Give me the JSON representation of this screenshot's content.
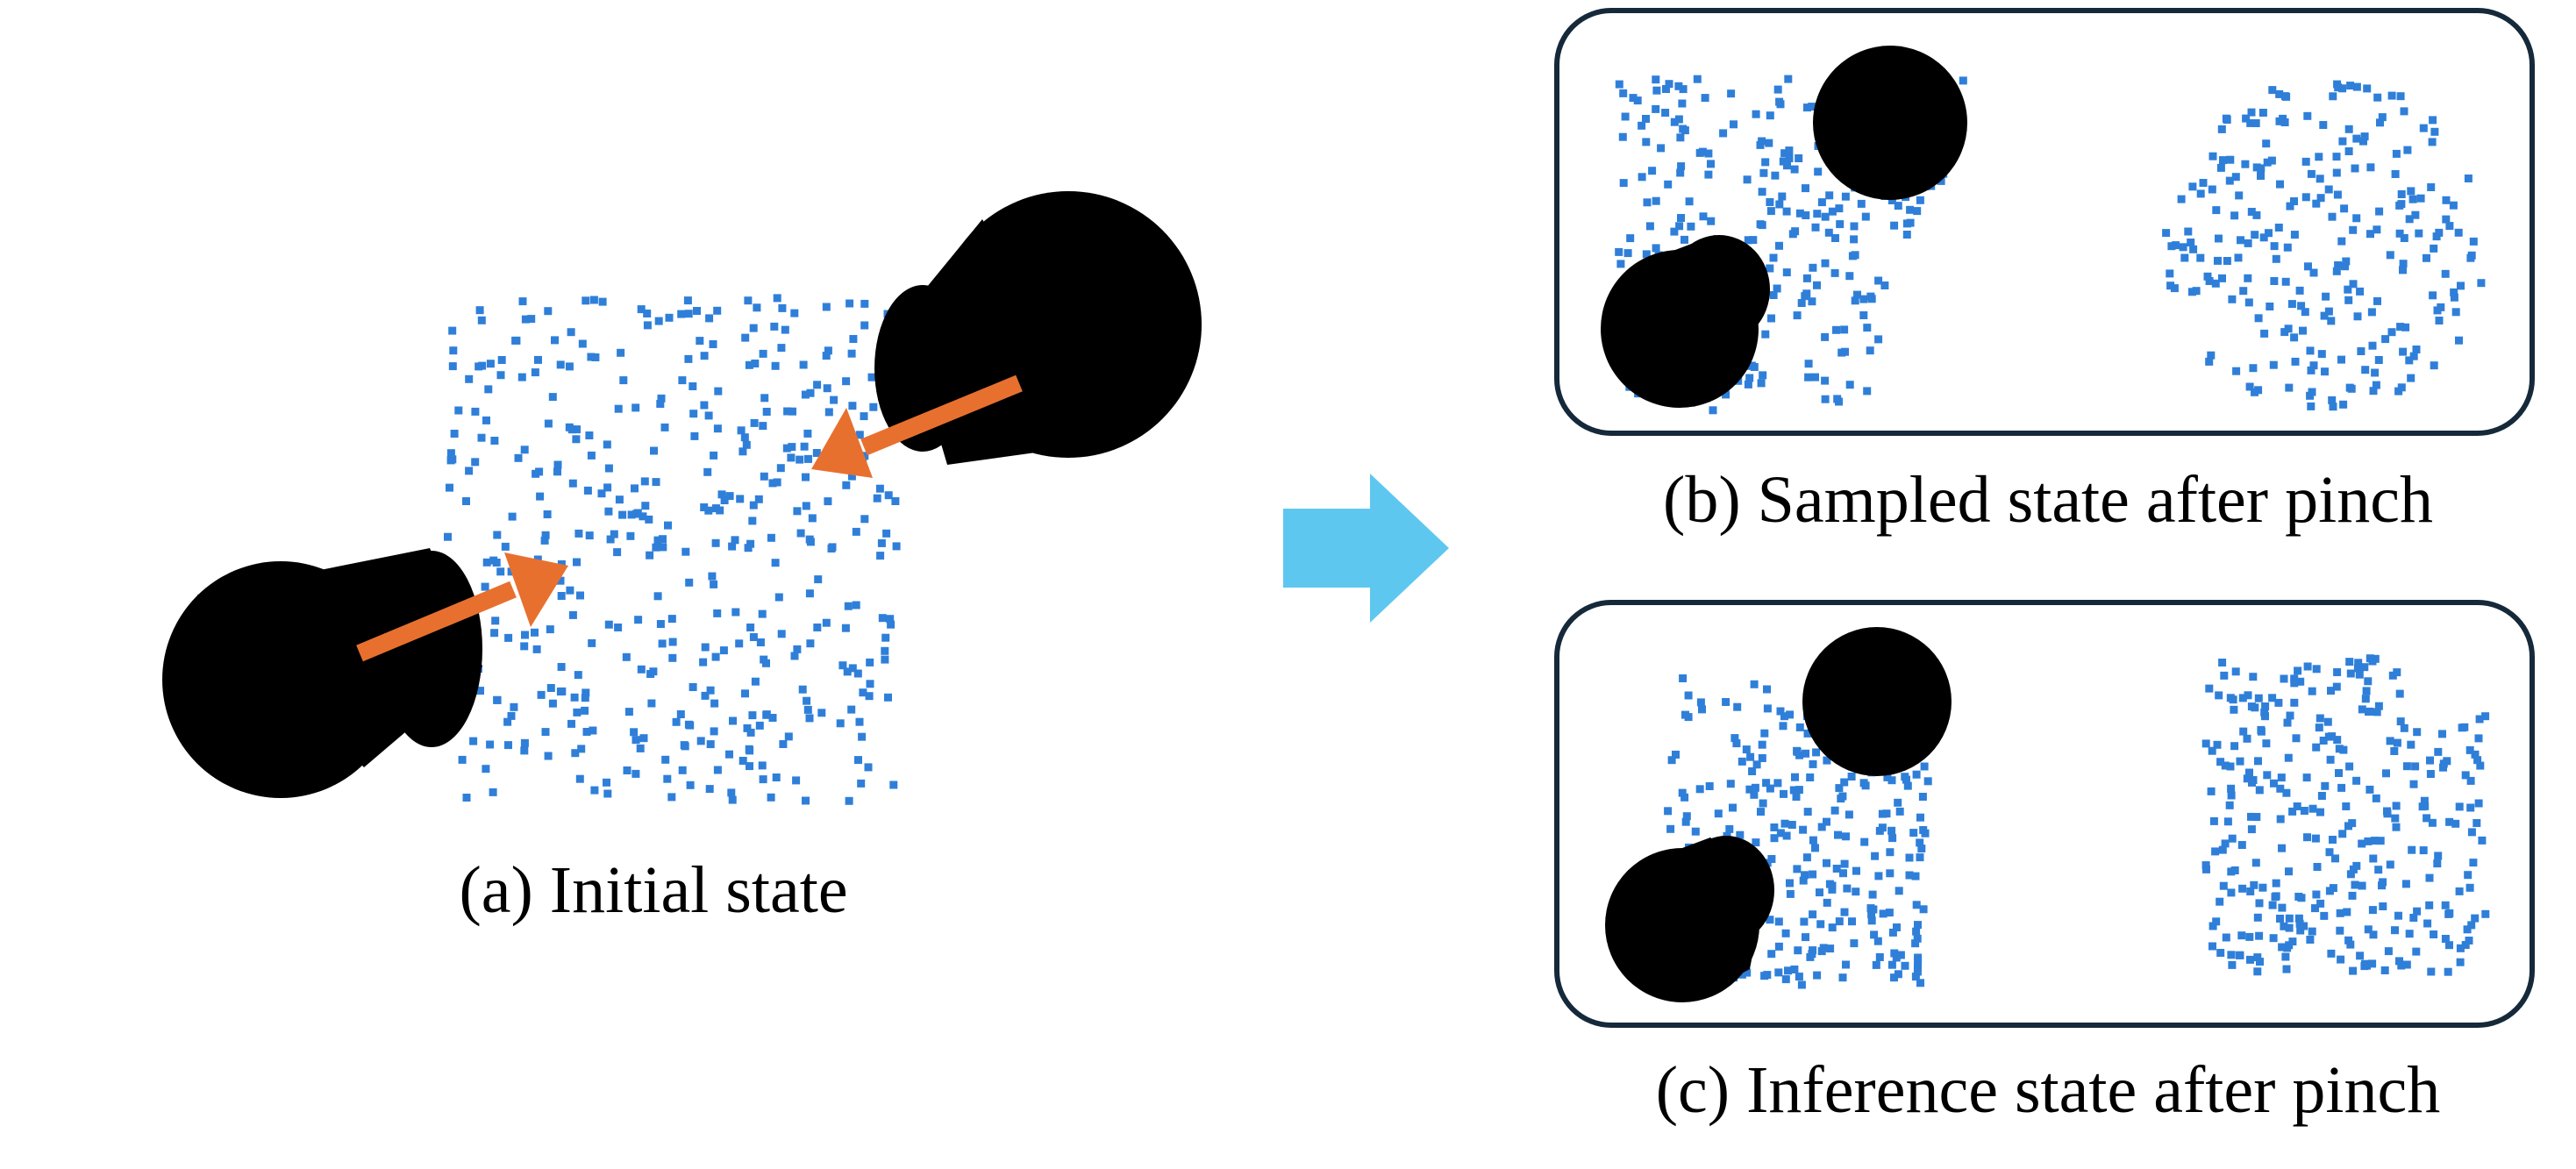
{
  "captions": {
    "a": "(a) Initial state",
    "b": "(b) Sampled state after pinch",
    "c": "(c) Inference state after pinch"
  },
  "colors": {
    "particle": "#2f7fd9",
    "pincher": "#000000",
    "motion_arrow": "#e8702f",
    "transition_arrow": "#5ec7f0",
    "panel_border": "#15293a"
  },
  "icons": {
    "pincher": "pincher-icon",
    "motion_arrow": "motion-arrow-icon",
    "transition_arrow": "transition-arrow-icon"
  }
}
